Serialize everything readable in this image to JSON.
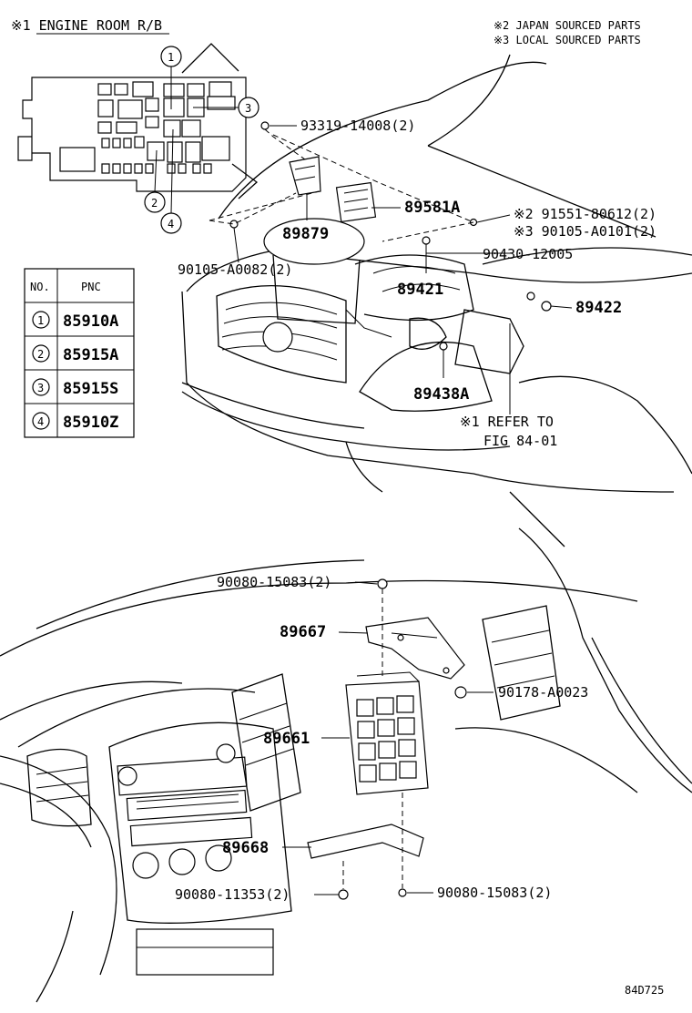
{
  "header": {
    "engine_room_rb": "※1 ENGINE ROOM R/B",
    "japan_sourced": "※2 JAPAN SOURCED PARTS",
    "local_sourced": "※3 LOCAL SOURCED PARTS"
  },
  "table": {
    "col_no": "NO.",
    "col_pnc": "PNC",
    "rows": [
      {
        "no": "1",
        "pnc": "85910A"
      },
      {
        "no": "2",
        "pnc": "85915A"
      },
      {
        "no": "3",
        "pnc": "85915S"
      },
      {
        "no": "4",
        "pnc": "85910Z"
      }
    ]
  },
  "callouts": {
    "c1": "1",
    "c2": "2",
    "c3": "3",
    "c4": "4"
  },
  "parts": {
    "p93319": "93319-14008(2)",
    "p89581a": "89581A",
    "p89879": "89879",
    "p91551": "※2 91551-80612(2)",
    "p90105a0101": "※3 90105-A0101(2)",
    "p90105a0082": "90105-A0082(2)",
    "p90430": "90430-12005",
    "p89421": "89421",
    "p89422": "89422",
    "p89438a": "89438A",
    "refer1": "※1 REFER TO",
    "refer2": "FIG 84-01",
    "p90080_top": "90080-15083(2)",
    "p89667": "89667",
    "p90178": "90178-A0023",
    "p89661": "89661",
    "p89668": "89668",
    "p90080_11353": "90080-11353(2)",
    "p90080_bottom": "90080-15083(2)"
  },
  "figure_code": "84D725"
}
